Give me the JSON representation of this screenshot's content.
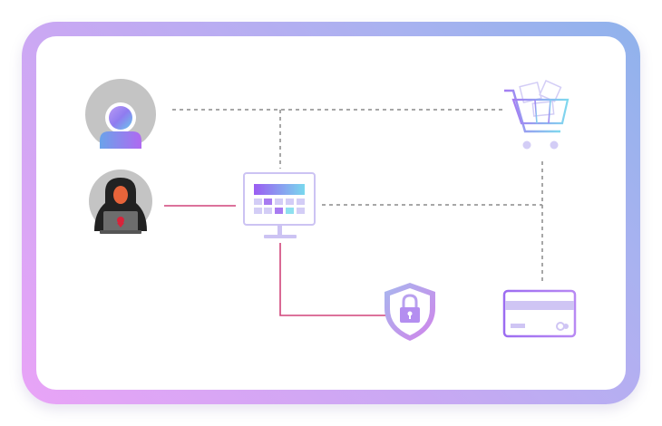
{
  "diagram": {
    "nodes": [
      {
        "id": "user",
        "icon": "user-avatar-icon"
      },
      {
        "id": "hacker",
        "icon": "hacker-laptop-icon"
      },
      {
        "id": "terminal",
        "icon": "computer-monitor-icon"
      },
      {
        "id": "cart",
        "icon": "shopping-cart-icon"
      },
      {
        "id": "shield",
        "icon": "security-lock-shield-icon"
      },
      {
        "id": "card",
        "icon": "credit-card-icon"
      }
    ],
    "edges": [
      {
        "from": "user",
        "to": "cart",
        "style": "dotted"
      },
      {
        "from": "user",
        "to": "terminal",
        "style": "dotted"
      },
      {
        "from": "terminal",
        "to": "card",
        "style": "dotted"
      },
      {
        "from": "cart",
        "to": "card",
        "style": "dotted"
      },
      {
        "from": "hacker",
        "to": "terminal",
        "style": "solid"
      },
      {
        "from": "terminal",
        "to": "shield",
        "style": "solid"
      }
    ],
    "colors": {
      "dotted_line": "#8a8a8a",
      "attack_line": "#d0447a",
      "purple": "#9b5cf2",
      "light_blue": "#6fd3ea",
      "pink": "#e17fe6",
      "avatar_grey": "#c4c4c4",
      "hacker_dark": "#222222",
      "laptop_grey": "#6d6d6d",
      "hacker_face": "#e7643a",
      "alert_red": "#d8233a"
    }
  }
}
